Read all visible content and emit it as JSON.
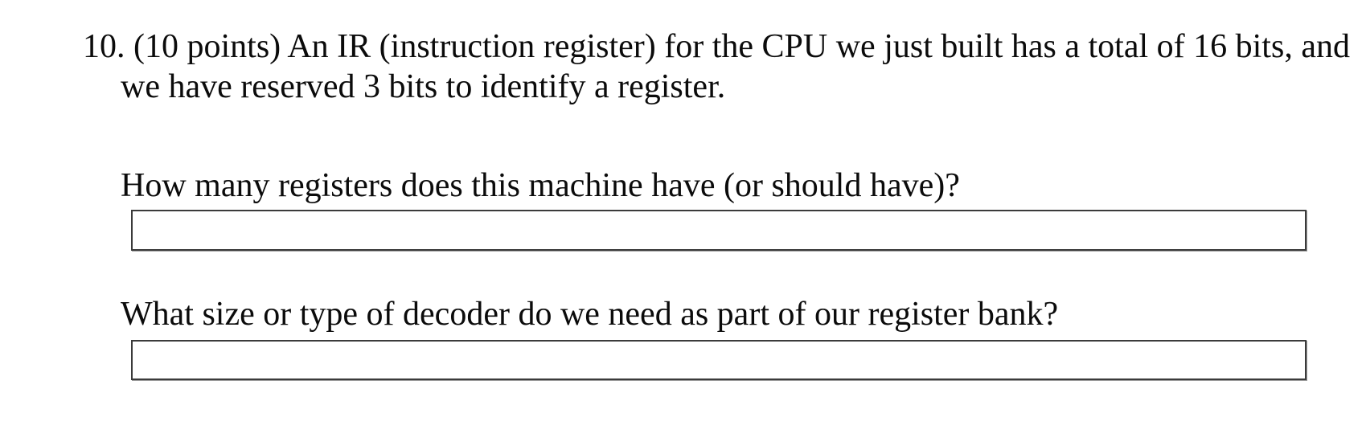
{
  "page": {
    "background_color": "#ffffff",
    "text_color": "#0b0b0b",
    "answer_box_border_color": "#3b3b3b"
  },
  "question": {
    "number": "10.",
    "prompt": "(10 points) An IR (instruction register) for the CPU we just built has a total of 16 bits, and we have reserved 3 bits to identify a register.",
    "parts": [
      {
        "label": "How many registers does this machine have (or should have)?",
        "answer_value": "",
        "answer_placeholder": ""
      },
      {
        "label": "What size or type of decoder do we need as part of our register bank?",
        "answer_value": "",
        "answer_placeholder": ""
      }
    ]
  }
}
